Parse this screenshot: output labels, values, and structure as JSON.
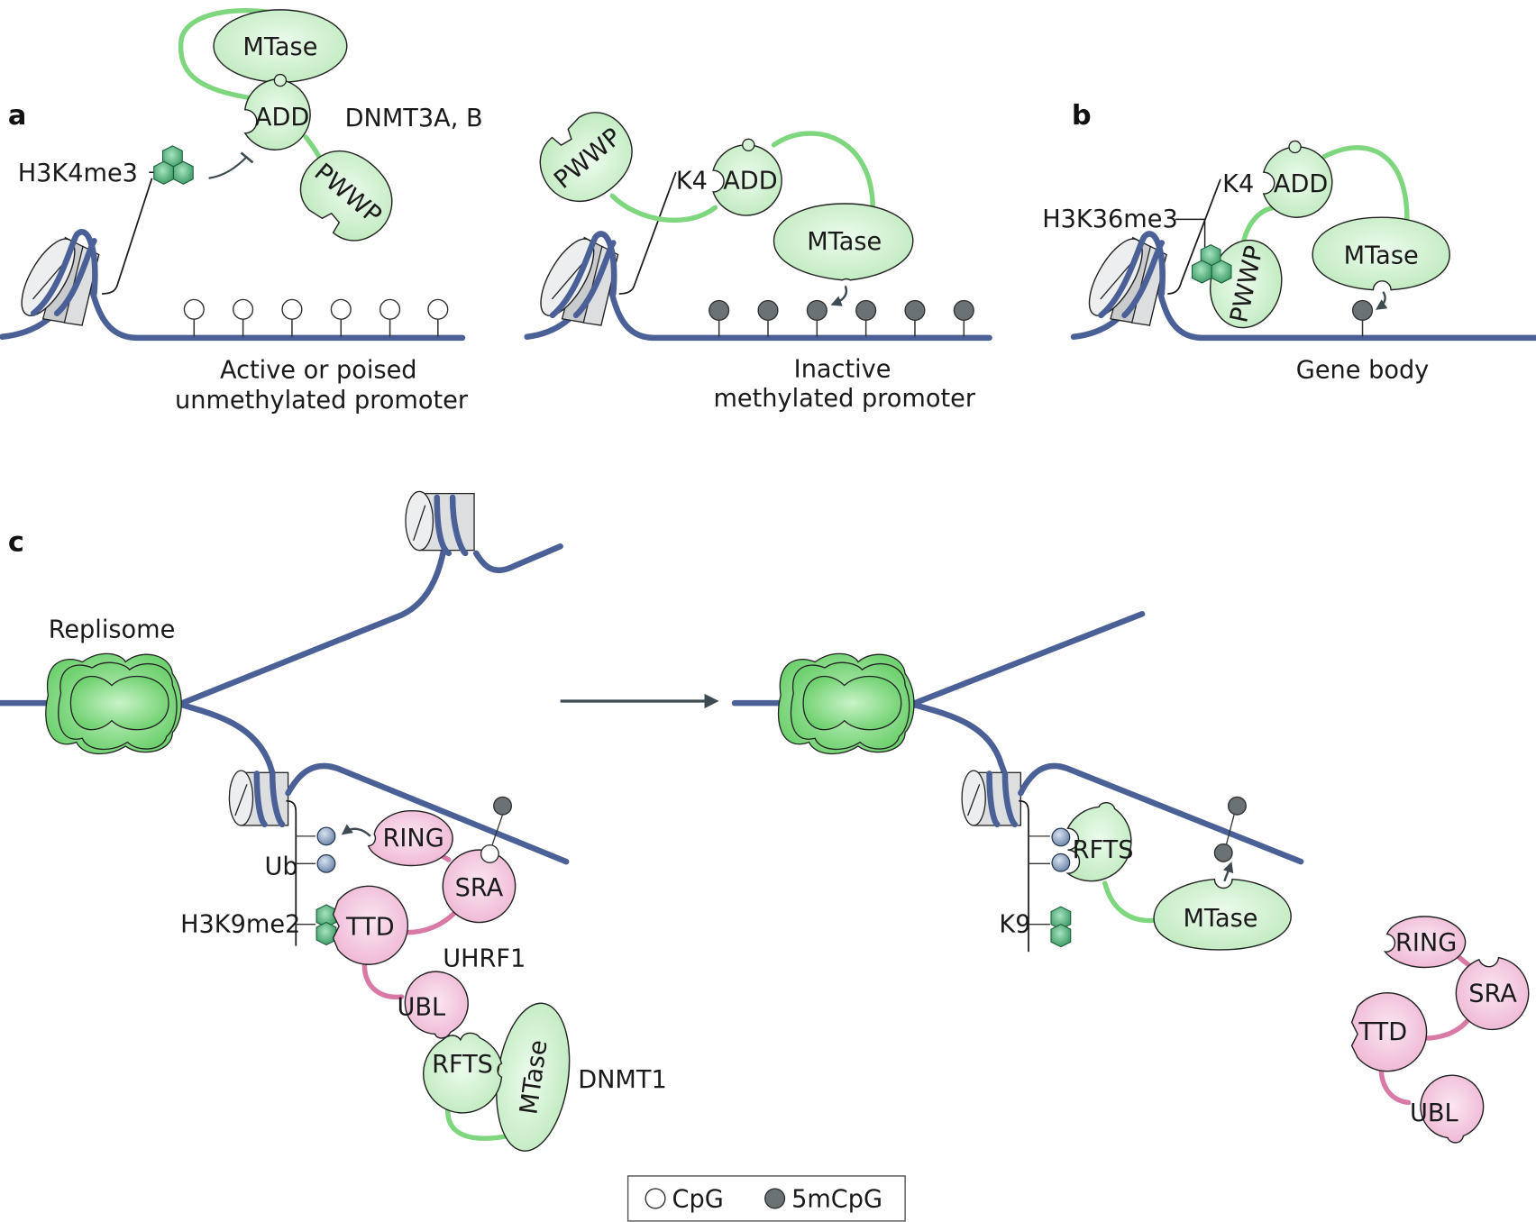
{
  "figure": {
    "panels": {
      "a": "a",
      "b": "b",
      "c": "c"
    },
    "panel_a": {
      "left": {
        "domains": {
          "mtase": "MTase",
          "add": "ADD",
          "pwwp": "PWWP"
        },
        "protein_label": "DNMT3A, B",
        "mark_label": "H3K4me3",
        "caption_line1": "Active or poised",
        "caption_line2": "unmethylated promoter",
        "sites": [
          "CpG",
          "CpG",
          "CpG",
          "CpG",
          "CpG",
          "CpG"
        ]
      },
      "right": {
        "domains": {
          "mtase": "MTase",
          "add": "ADD",
          "pwwp": "PWWP"
        },
        "tail_label": "K4",
        "caption_line1": "Inactive",
        "caption_line2": "methylated promoter",
        "sites": [
          "5mCpG",
          "5mCpG",
          "5mCpG",
          "5mCpG",
          "5mCpG",
          "5mCpG"
        ]
      }
    },
    "panel_b": {
      "domains": {
        "mtase": "MTase",
        "add": "ADD",
        "pwwp": "PWWP"
      },
      "tail_label": "K4",
      "mark_label": "H3K36me3",
      "caption": "Gene body",
      "sites": [
        "5mCpG"
      ]
    },
    "panel_c": {
      "replisome_label": "Replisome",
      "left": {
        "uhrf1_domains": {
          "ring": "RING",
          "sra": "SRA",
          "ttd": "TTD",
          "ubl": "UBL"
        },
        "dnmt1_domains": {
          "rfts": "RFTS",
          "mtase": "MTase"
        },
        "uhrf1_label": "UHRF1",
        "dnmt1_label": "DNMT1",
        "ub_label": "Ub",
        "mark_label": "H3K9me2"
      },
      "right": {
        "dnmt1_domains": {
          "rfts": "RFTS",
          "mtase": "MTase"
        },
        "tail_label": "K9",
        "free_uhrf1_domains": {
          "ring": "RING",
          "sra": "SRA",
          "ttd": "TTD",
          "ubl": "UBL"
        }
      }
    },
    "legend": {
      "items": [
        {
          "symbol": "open-circle",
          "label": "CpG"
        },
        {
          "symbol": "filled-circle",
          "label": "5mCpG"
        }
      ]
    },
    "colors": {
      "dna": "#4a6096",
      "dnmt_green": "#c8efc8",
      "uhrf1_pink": "#f2c4dc",
      "linker_green": "#7ed67e",
      "linker_pink": "#d97aa6",
      "methyl_cpg": "#6b7276"
    }
  }
}
